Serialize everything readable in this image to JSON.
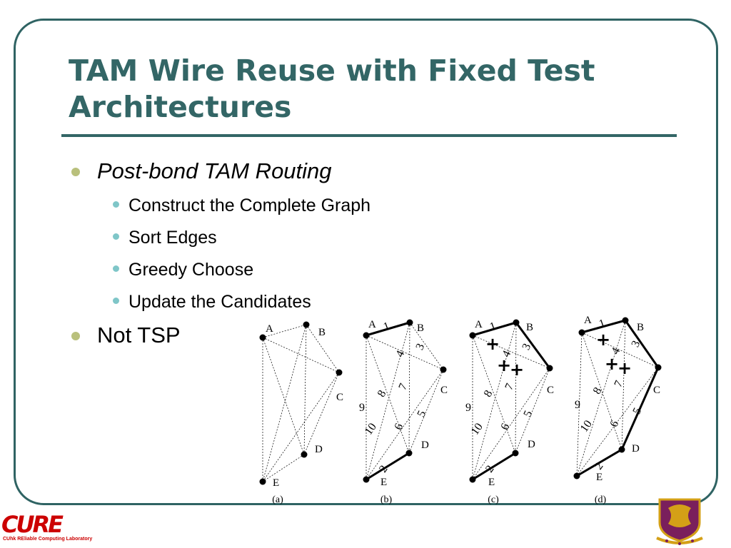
{
  "title": "TAM Wire Reuse with Fixed Test Architectures",
  "bullets": [
    {
      "label": "Post-bond TAM Routing",
      "sub": [
        "Construct the Complete Graph",
        "Sort Edges",
        "Greedy Choose",
        "Update the Candidates"
      ]
    },
    {
      "label": "Not TSP"
    }
  ],
  "diagram": {
    "node_labels": [
      "A",
      "B",
      "C",
      "D",
      "E"
    ],
    "panels": [
      {
        "caption": "(a)",
        "edge_labels": []
      },
      {
        "caption": "(b)",
        "edge_labels": [
          "1",
          "2",
          "3",
          "4",
          "5",
          "6",
          "7",
          "8",
          "9",
          "10"
        ]
      },
      {
        "caption": "(c)",
        "edge_labels": [
          "1",
          "2",
          "3",
          "4",
          "5",
          "6",
          "7",
          "8",
          "9",
          "10"
        ],
        "marks": [
          "+",
          "+",
          "+"
        ]
      },
      {
        "caption": "(d)",
        "edge_labels": [
          "1",
          "2",
          "3",
          "4",
          "5",
          "6",
          "7",
          "8",
          "9",
          "10"
        ],
        "marks": [
          "+",
          "+",
          "+"
        ]
      }
    ]
  },
  "logo": {
    "main": "CURE",
    "sub": "CUhk REliable Computing Laboratory"
  },
  "colors": {
    "title": "#336666",
    "frame": "#2f6363",
    "bullet": "#b9c07c",
    "sub_bullet": "#7fc6c8",
    "logo": "#cc0000",
    "emblem": "#7a1f5c"
  },
  "icons": {
    "emblem": "university-crest-icon"
  }
}
